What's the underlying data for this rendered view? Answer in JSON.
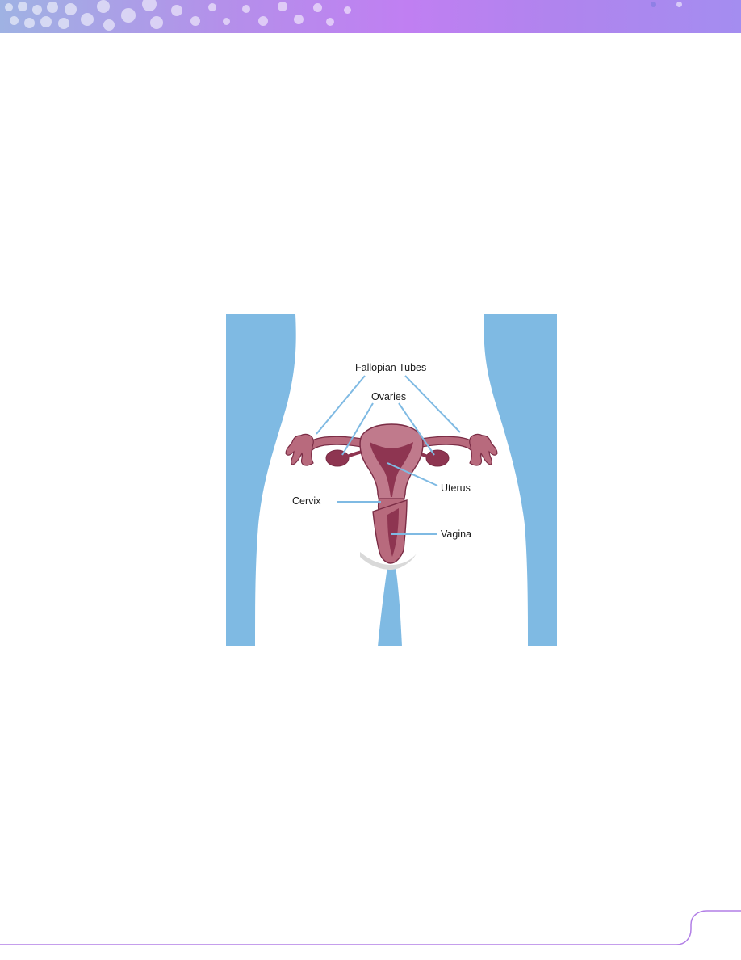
{
  "diagram": {
    "labels": {
      "fallopian_tubes": "Fallopian Tubes",
      "ovaries": "Ovaries",
      "uterus": "Uterus",
      "cervix": "Cervix",
      "vagina": "Vagina"
    }
  },
  "colors": {
    "body_silhouette": "#7fbae3",
    "organ_fill": "#b86a7d",
    "organ_dark": "#8e3551",
    "organ_outline": "#7a2c45",
    "leader_line": "#7fbae3",
    "banner_accent": "#c07ff2",
    "frame_line": "#b27fe6"
  }
}
